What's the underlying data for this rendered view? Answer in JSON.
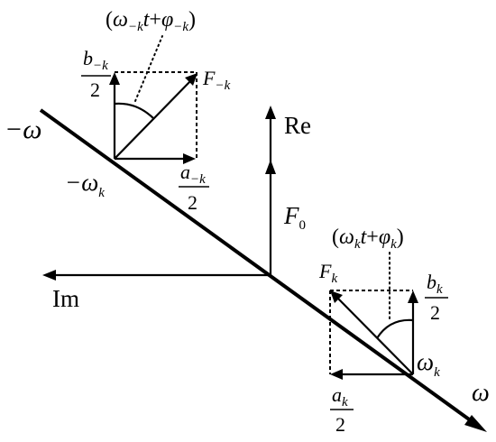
{
  "axes": {
    "re_label": "Re",
    "im_label": "Im",
    "omega_pos_label": "ω",
    "omega_neg_label": "−ω"
  },
  "center": {
    "vector_label": {
      "base": "F",
      "sub": "0"
    }
  },
  "negative": {
    "node_label": {
      "base": "−ω",
      "sub": "k"
    },
    "vector_label": {
      "base": "F",
      "sub": "−k"
    },
    "cos_comp": {
      "base": "a",
      "sub": "−k",
      "den": "2"
    },
    "sin_comp": {
      "base": "b",
      "sub": "−k",
      "den": "2"
    },
    "phase": {
      "open": "(",
      "w": "ω",
      "wsub": "−k",
      "t": "t",
      "plus": "+",
      "phi": "φ",
      "phisub": "−k",
      "close": ")"
    }
  },
  "positive": {
    "node_label": {
      "base": "ω",
      "sub": "k"
    },
    "vector_label": {
      "base": "F",
      "sub": "k"
    },
    "cos_comp": {
      "base": "a",
      "sub": "k",
      "den": "2"
    },
    "sin_comp": {
      "base": "b",
      "sub": "k",
      "den": "2"
    },
    "phase": {
      "open": "(",
      "w": "ω",
      "wsub": "k",
      "t": "t",
      "plus": "+",
      "phi": "φ",
      "phisub": "k",
      "close": ")"
    }
  }
}
